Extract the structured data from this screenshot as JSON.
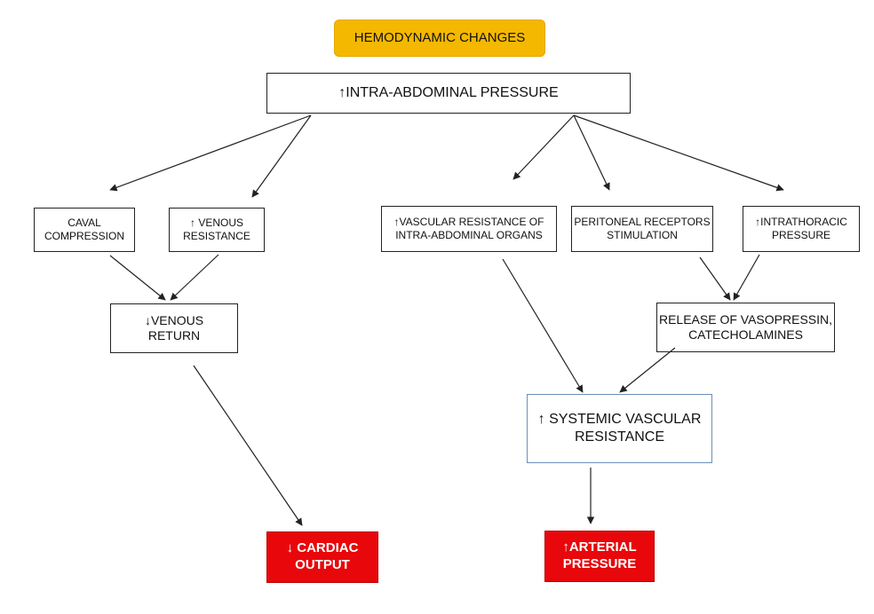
{
  "title": "HEMODYNAMIC CHANGES",
  "nodes": {
    "iap": "↑INTRA-ABDOMINAL PRESSURE",
    "caval": "CAVAL\nCOMPRESSION",
    "venous_resistance": "↑ VENOUS\nRESISTANCE",
    "venous_return": "↓VENOUS\nRETURN",
    "vascular_resistance": "↑VASCULAR RESISTANCE OF\nINTRA-ABDOMINAL ORGANS",
    "peritoneal": "PERITONEAL RECEPTORS\nSTIMULATION",
    "intrathoracic": "↑INTRATHORACIC\nPRESSURE",
    "vasopressin": "RELEASE OF VASOPRESSIN,\nCATECHOLAMINES",
    "svr": "↑ SYSTEMIC VASCULAR\nRESISTANCE",
    "cardiac_output": "↓ CARDIAC\nOUTPUT",
    "arterial_pressure": "↑ARTERIAL\nPRESSURE"
  },
  "colors": {
    "title_fill": "#f5b800",
    "outcome_fill": "#e8070b",
    "svr_border": "#6a8fb8",
    "arrow": "#222222"
  }
}
